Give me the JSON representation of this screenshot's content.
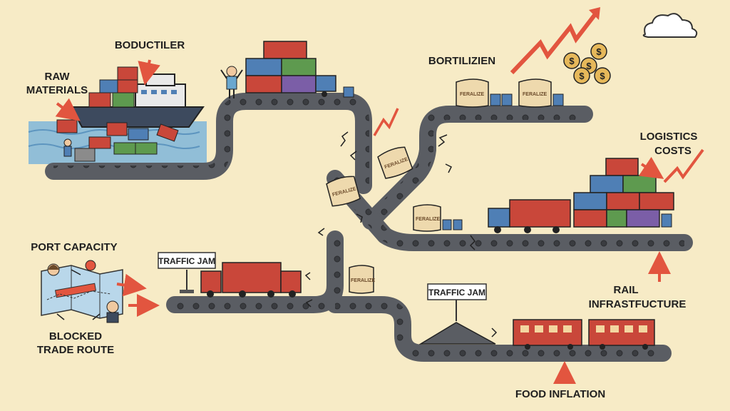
{
  "labels": {
    "raw_materials_line1": "RAW",
    "raw_materials_line2": "MATERIALS",
    "boductiler": "BODUCTILER",
    "bortilizien": "BORTILIZIEN",
    "logistics_line1": "LOGISTICS",
    "logistics_line2": "COSTS",
    "port_capacity": "PORT CAPACITY",
    "blocked_line1": "BLOCKED",
    "blocked_line2": "TRADE ROUTE",
    "rail_line1": "RAIL",
    "rail_line2": "INFRASTFUCTURE",
    "food_inflation": "FOOD INFLATION"
  },
  "signs": {
    "traffic_jam_left": "TRAFFIC JAM",
    "traffic_jam_right": "TRAFFIC JAM"
  },
  "sacks": {
    "label": "FERALIZE"
  },
  "colors": {
    "background": "#f7ebc6",
    "belt": "#5a5d63",
    "arrow": "#e2553f",
    "container_red": "#c9473a",
    "container_blue": "#4f7fb5",
    "container_green": "#5e9a4f",
    "container_purple": "#7b5ea7",
    "water": "#7fb6d9"
  },
  "icons": [
    "ship-icon",
    "truck-icon",
    "train-icon",
    "cloud-icon",
    "dollar-coin-icon",
    "map-icon",
    "crack-icon"
  ]
}
